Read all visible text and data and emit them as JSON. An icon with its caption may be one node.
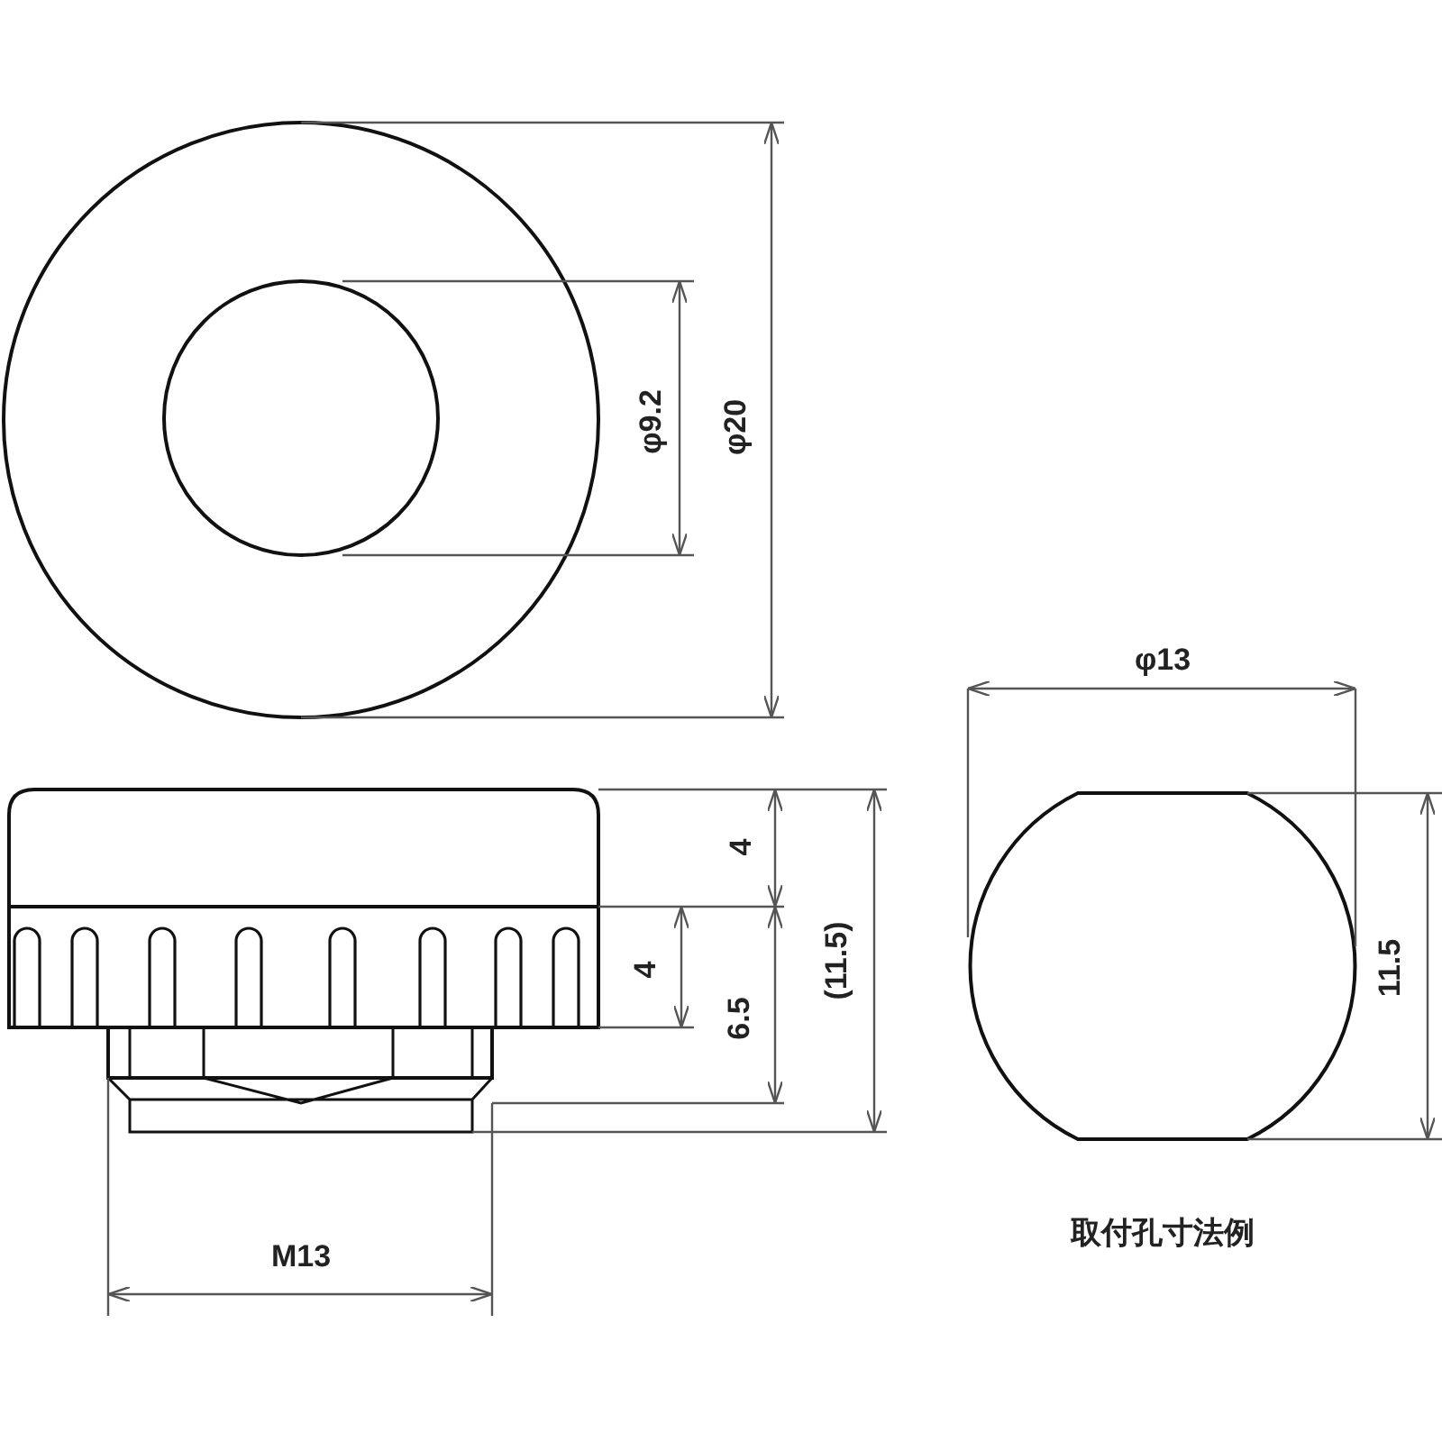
{
  "diagram": {
    "labels": [
      "φ9.2",
      "φ20",
      "φ13",
      "4",
      "4",
      "6.5",
      "(11.5)",
      "11.5",
      "M13",
      "取付孔寸法例"
    ]
  }
}
